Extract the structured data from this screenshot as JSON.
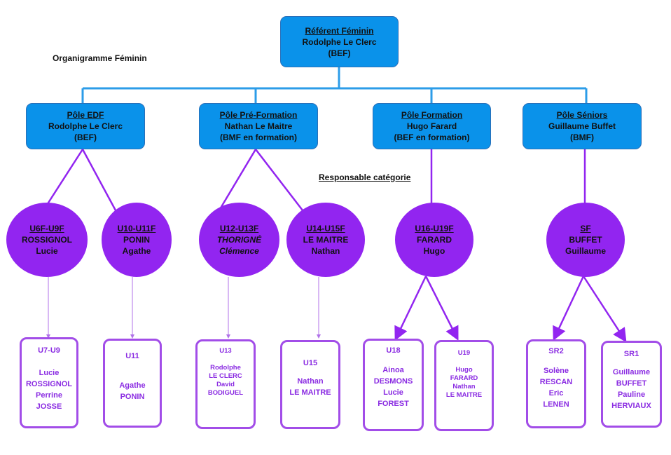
{
  "title": "Organigramme Féminin",
  "responsable_label": "Responsable catégorie",
  "colors": {
    "blue_box": "#0a92ea",
    "purple_circle": "#9225f0",
    "card_border": "#a24de8",
    "card_text": "#8a2be2"
  },
  "referent": {
    "title": "Référent Féminin",
    "name": "Rodolphe Le Clerc",
    "diploma": "(BEF)"
  },
  "poles": [
    {
      "title": "Pôle EDF",
      "name": "Rodolphe Le Clerc",
      "diploma": "(BEF)"
    },
    {
      "title": "Pôle Pré-Formation",
      "name": "Nathan Le Maitre",
      "diploma": "(BMF en formation)"
    },
    {
      "title": "Pôle Formation",
      "name": "Hugo Farard",
      "diploma": "(BEF en formation)"
    },
    {
      "title": "Pôle Séniors",
      "name": "Guillaume Buffet",
      "diploma": "(BMF)"
    }
  ],
  "categories": [
    {
      "title": "U6F-U9F",
      "last": "ROSSIGNOL",
      "first": "Lucie"
    },
    {
      "title": "U10-U11F",
      "last": "PONIN",
      "first": "Agathe"
    },
    {
      "title": "U12-U13F",
      "last": "THORIGNÉ",
      "first": "Clémence"
    },
    {
      "title": "U14-U15F",
      "last": "LE MAITRE",
      "first": "Nathan"
    },
    {
      "title": "U16-U19F",
      "last": "FARARD",
      "first": "Hugo"
    },
    {
      "title": "SF",
      "last": "BUFFET",
      "first": "Guillaume"
    }
  ],
  "teams": [
    {
      "title": "U7-U9",
      "lines": [
        "Lucie",
        "ROSSIGNOL",
        "Perrine",
        "JOSSE"
      ]
    },
    {
      "title": "U11",
      "lines": [
        "Agathe",
        "PONIN"
      ]
    },
    {
      "title": "U13",
      "lines": [
        "Rodolphe",
        "LE CLERC",
        "David",
        "BODIGUEL"
      ]
    },
    {
      "title": "U15",
      "lines": [
        "Nathan",
        "LE MAITRE"
      ]
    },
    {
      "title": "U18",
      "lines": [
        "Ainoa",
        "DESMONS",
        "Lucie",
        "FOREST"
      ]
    },
    {
      "title": "U19",
      "lines": [
        "Hugo",
        "FARARD",
        "Nathan",
        "LE MAITRE"
      ]
    },
    {
      "title": "SR2",
      "lines": [
        "Solène",
        "RESCAN",
        "Eric",
        "LENEN"
      ]
    },
    {
      "title": "SR1",
      "lines": [
        "Guillaume",
        "BUFFET",
        "Pauline",
        "HERVIAUX"
      ]
    }
  ]
}
